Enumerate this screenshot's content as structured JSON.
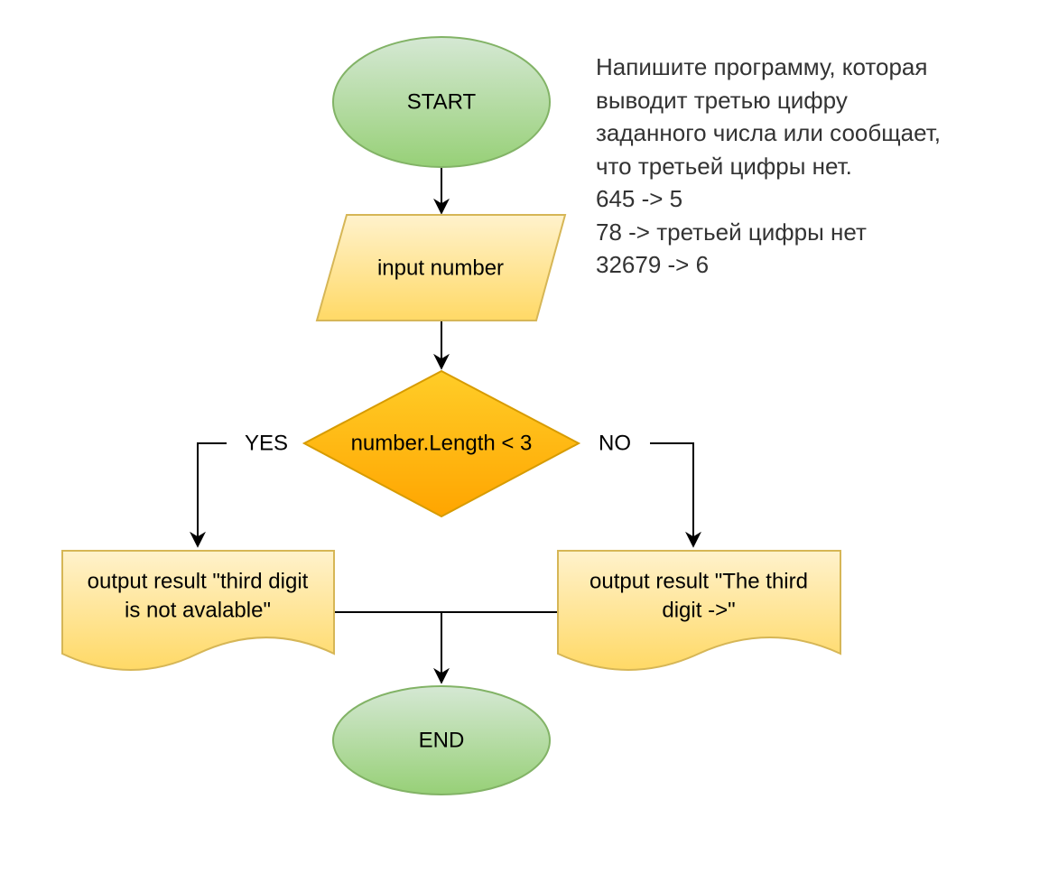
{
  "nodes": {
    "start": {
      "label": "START"
    },
    "input": {
      "label": "input number"
    },
    "decision": {
      "label": "number.Length < 3"
    },
    "output_yes": {
      "lines": [
        "output result \"third digit",
        "is not avalable\""
      ]
    },
    "output_no": {
      "lines": [
        "output result \"The third",
        "digit ->\""
      ]
    },
    "end": {
      "label": "END"
    }
  },
  "edges": {
    "yes_label": "YES",
    "no_label": "NO"
  },
  "task": {
    "lines": [
      "Напишите программу, которая",
      "выводит третью цифру",
      "заданного числа или сообщает,",
      "что третьей цифры нет.",
      "645 -> 5",
      "78 -> третьей цифры нет",
      "32679 -> 6"
    ]
  },
  "colors": {
    "terminal_top": "#d5e8d4",
    "terminal_bottom": "#97d077",
    "terminal_stroke": "#82b366",
    "io_top": "#fff2cc",
    "io_bottom": "#ffd966",
    "io_stroke": "#d6b656",
    "decision_top": "#ffcd28",
    "decision_bottom": "#ffa500",
    "decision_stroke": "#d79b00",
    "line": "#000000"
  }
}
